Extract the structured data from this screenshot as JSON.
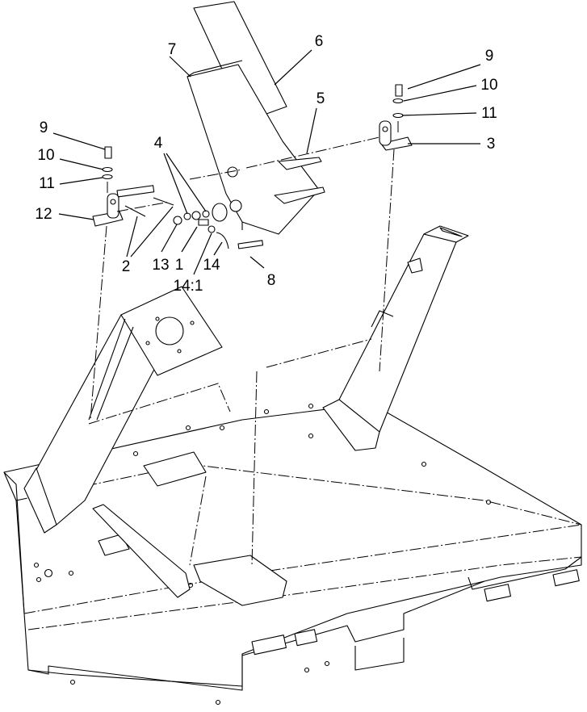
{
  "diagram": {
    "type": "exploded parts diagram",
    "colors": {
      "line": "#000000",
      "background": "#ffffff"
    },
    "callouts": {
      "c7": "7",
      "c6": "6",
      "c9r": "9",
      "c10r": "10",
      "c11r": "11",
      "c5": "5",
      "c3": "3",
      "c9l": "9",
      "c10l": "10",
      "c11l": "11",
      "c4": "4",
      "c12": "12",
      "c2": "2",
      "c13": "13",
      "c1": "1",
      "c14": "14",
      "c141": "14:1",
      "c8": "8"
    }
  }
}
